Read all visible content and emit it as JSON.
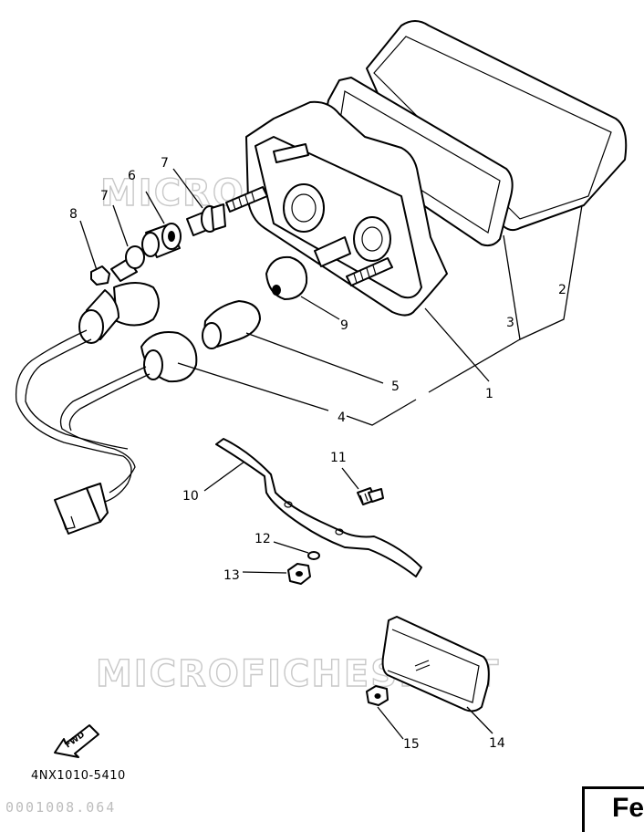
{
  "watermark": "MICROFICHES.NET",
  "fwd_label": "FWD",
  "part_code": "4NX1010-5410",
  "footer_code": "0001008.064",
  "fig_label": "Fe",
  "callouts": [
    {
      "id": "c1",
      "text": "1"
    },
    {
      "id": "c2",
      "text": "2"
    },
    {
      "id": "c3",
      "text": "3"
    },
    {
      "id": "c4",
      "text": "4"
    },
    {
      "id": "c5",
      "text": "5"
    },
    {
      "id": "c6",
      "text": "6"
    },
    {
      "id": "c7a",
      "text": "7"
    },
    {
      "id": "c7b",
      "text": "7"
    },
    {
      "id": "c8",
      "text": "8"
    },
    {
      "id": "c9",
      "text": "9"
    },
    {
      "id": "c10",
      "text": "10"
    },
    {
      "id": "c11",
      "text": "11"
    },
    {
      "id": "c12",
      "text": "12"
    },
    {
      "id": "c13",
      "text": "13"
    },
    {
      "id": "c14",
      "text": "14"
    },
    {
      "id": "c15",
      "text": "15"
    }
  ]
}
